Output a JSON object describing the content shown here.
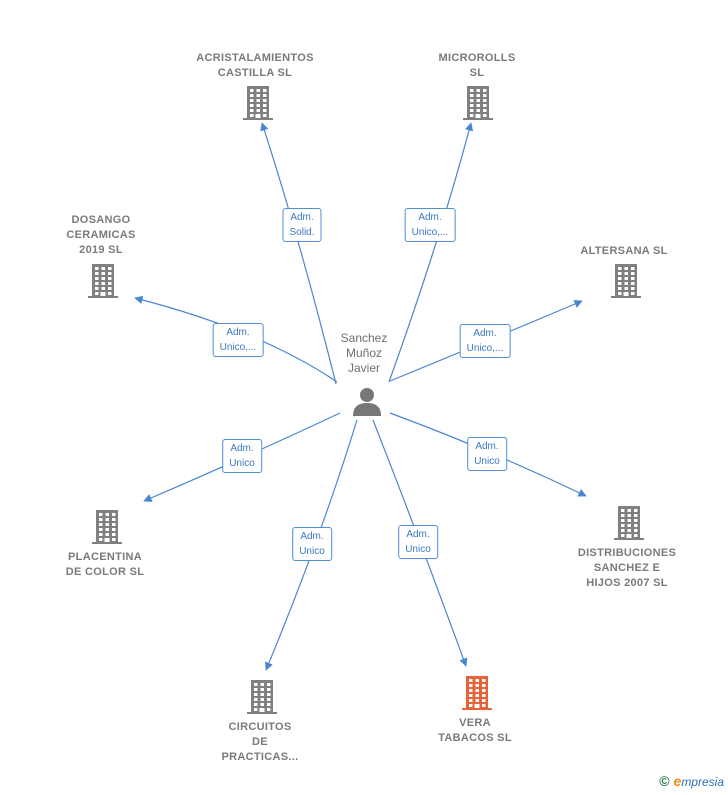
{
  "colors": {
    "edge": "#4a86d0",
    "building": "#808080",
    "building_highlight": "#e8623a",
    "person": "#777777"
  },
  "center": {
    "name_lines": [
      "Sanchez",
      "Muñoz",
      "Javier"
    ],
    "icon": "person-icon"
  },
  "nodes": [
    {
      "id": "acristalamientos",
      "name_lines": [
        "ACRISTALAMIENTOS",
        "CASTILLA SL"
      ],
      "role_lines": [
        "Adm.",
        "Solid."
      ],
      "highlight": false,
      "icon": "building-icon"
    },
    {
      "id": "microrolls",
      "name_lines": [
        "MICROROLLS",
        "SL"
      ],
      "role_lines": [
        "Adm.",
        "Unico,..."
      ],
      "highlight": false,
      "icon": "building-icon"
    },
    {
      "id": "dosango",
      "name_lines": [
        "DOSANGO",
        "CERAMICAS",
        "2019  SL"
      ],
      "role_lines": [
        "Adm.",
        "Unico,..."
      ],
      "highlight": false,
      "icon": "building-icon"
    },
    {
      "id": "altersana",
      "name_lines": [
        "ALTERSANA SL"
      ],
      "role_lines": [
        "Adm.",
        "Unico,..."
      ],
      "highlight": false,
      "icon": "building-icon"
    },
    {
      "id": "placentina",
      "name_lines": [
        "PLACENTINA",
        "DE COLOR SL"
      ],
      "role_lines": [
        "Adm.",
        "Unico"
      ],
      "highlight": false,
      "icon": "building-icon"
    },
    {
      "id": "distribuciones",
      "name_lines": [
        "DISTRIBUCIONES",
        "SANCHEZ E",
        "HIJOS 2007 SL"
      ],
      "role_lines": [
        "Adm.",
        "Unico"
      ],
      "highlight": false,
      "icon": "building-icon"
    },
    {
      "id": "circuitos",
      "name_lines": [
        "CIRCUITOS",
        "DE",
        "PRACTICAS..."
      ],
      "role_lines": [
        "Adm.",
        "Unico"
      ],
      "highlight": false,
      "icon": "building-icon"
    },
    {
      "id": "vera",
      "name_lines": [
        "VERA",
        "TABACOS  SL"
      ],
      "role_lines": [
        "Adm.",
        "Unico"
      ],
      "highlight": true,
      "icon": "building-icon"
    }
  ],
  "footer": {
    "copyright": "©",
    "brand_initial": "e",
    "brand_rest": "mpresia"
  }
}
